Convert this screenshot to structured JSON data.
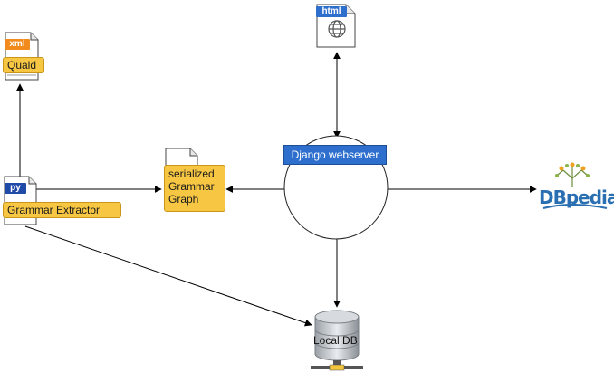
{
  "nodes": {
    "quald": {
      "tag": "xml",
      "label": "Quald"
    },
    "grammar_extractor": {
      "tag": "py",
      "label": "Grammar Extractor"
    },
    "serialized_graph": {
      "label_lines": [
        "serialized",
        "Grammar",
        "Graph"
      ]
    },
    "html_page": {
      "tag": "html"
    },
    "django": {
      "label": "Django webserver"
    },
    "dbpedia": {
      "label": "DBpedia"
    },
    "local_db": {
      "label": "Local DB"
    }
  },
  "colors": {
    "label_fill": "#f7c744",
    "xml_tag": "#f28b1e",
    "py_tag": "#1f4aa8",
    "html_tag": "#2e6fce",
    "django_fill": "#2e6fce",
    "dbpedia": "#2a6fb2"
  },
  "icons": [
    "file-icon",
    "globe-icon",
    "database-icon",
    "dbpedia-logo"
  ]
}
